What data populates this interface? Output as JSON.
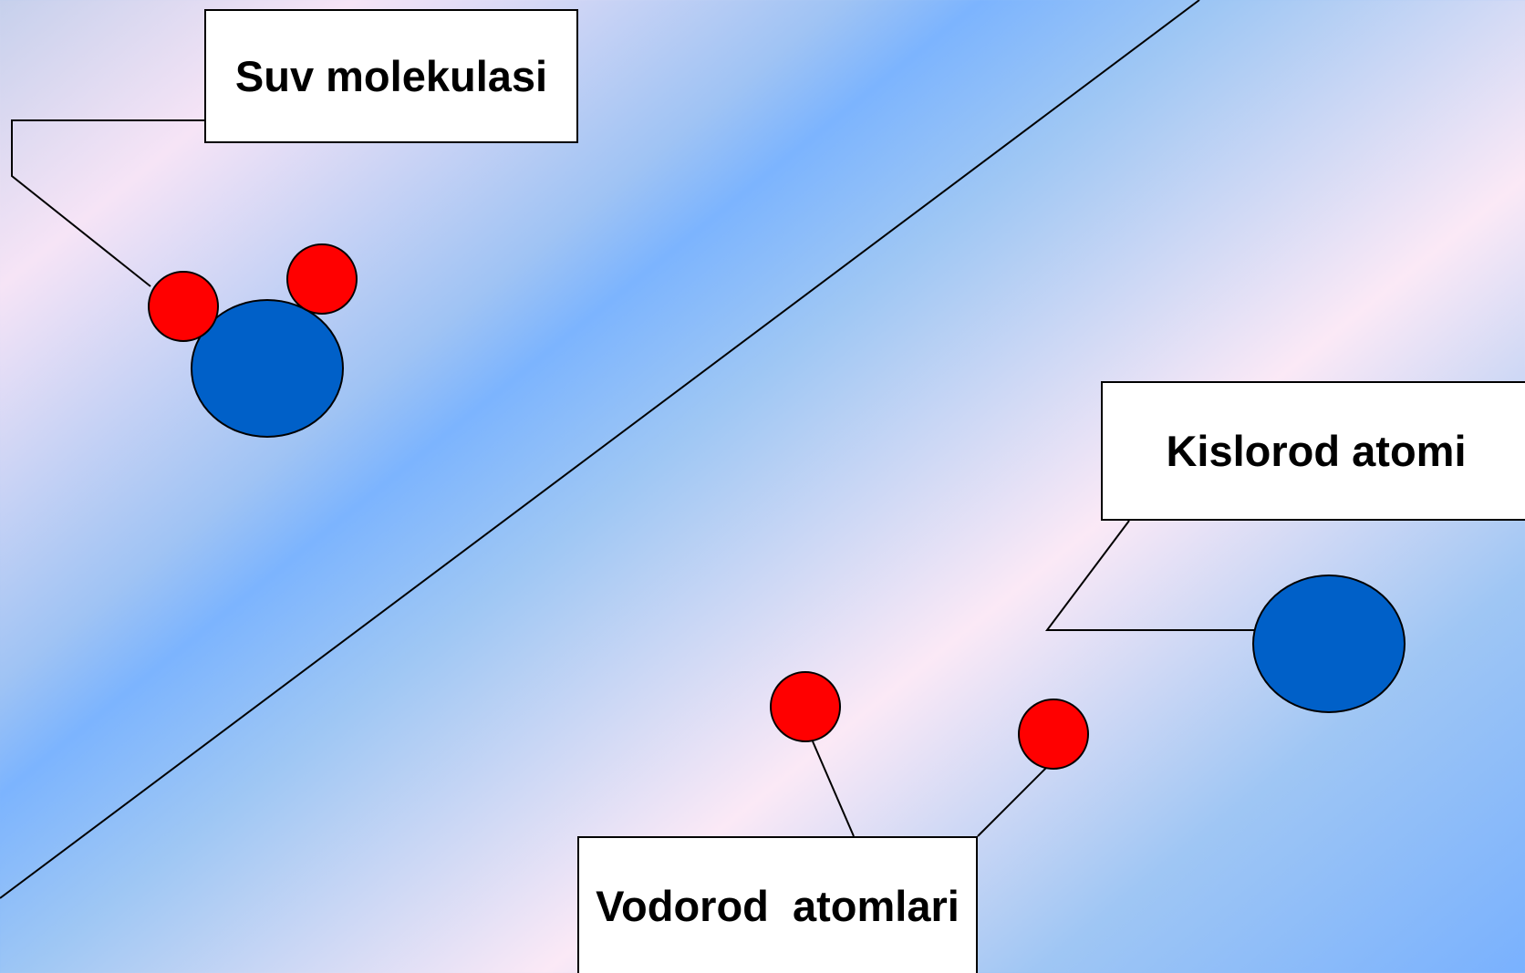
{
  "labels": {
    "water_molecule": "Suv molekulasi",
    "oxygen_atom": "Kislorod atomi",
    "hydrogen_atoms": "Vodorod  atomlari"
  },
  "colors": {
    "oxygen": "#0060c8",
    "hydrogen": "#ff0000",
    "outline": "#000000",
    "label_box": "#ffffff"
  }
}
